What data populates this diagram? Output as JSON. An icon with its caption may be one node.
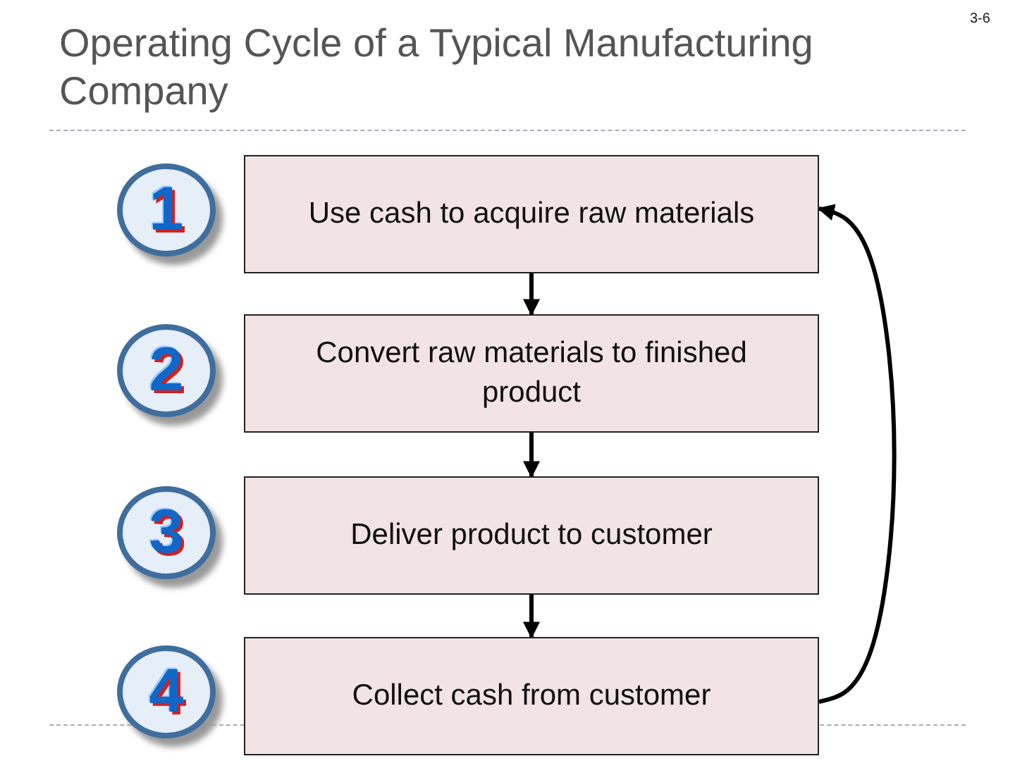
{
  "diagram": {
    "title": "Operating Cycle of a Typical Manufacturing Company",
    "nodes": [
      {
        "text": [
          "1"
        ]
      },
      {
        "text": [
          "Use cash to acquire raw materials"
        ]
      },
      {
        "text": [
          "2"
        ]
      },
      {
        "text": [
          "Convert raw materials to finished product"
        ]
      },
      {
        "text": [
          "3"
        ]
      },
      {
        "text": [
          "Deliver product to customer"
        ]
      },
      {
        "text": [
          "4"
        ]
      },
      {
        "text": [
          "Collect cash from customer"
        ]
      }
    ],
    "edges": [
      {
        "from": 1,
        "to": 3,
        "arrow": "to"
      },
      {
        "from": 3,
        "to": 5,
        "arrow": "to"
      },
      {
        "from": 5,
        "to": 7,
        "arrow": "to"
      },
      {
        "from": 7,
        "to": 1,
        "arrow": "to"
      }
    ],
    "labels": [
      "3-6"
    ]
  }
}
